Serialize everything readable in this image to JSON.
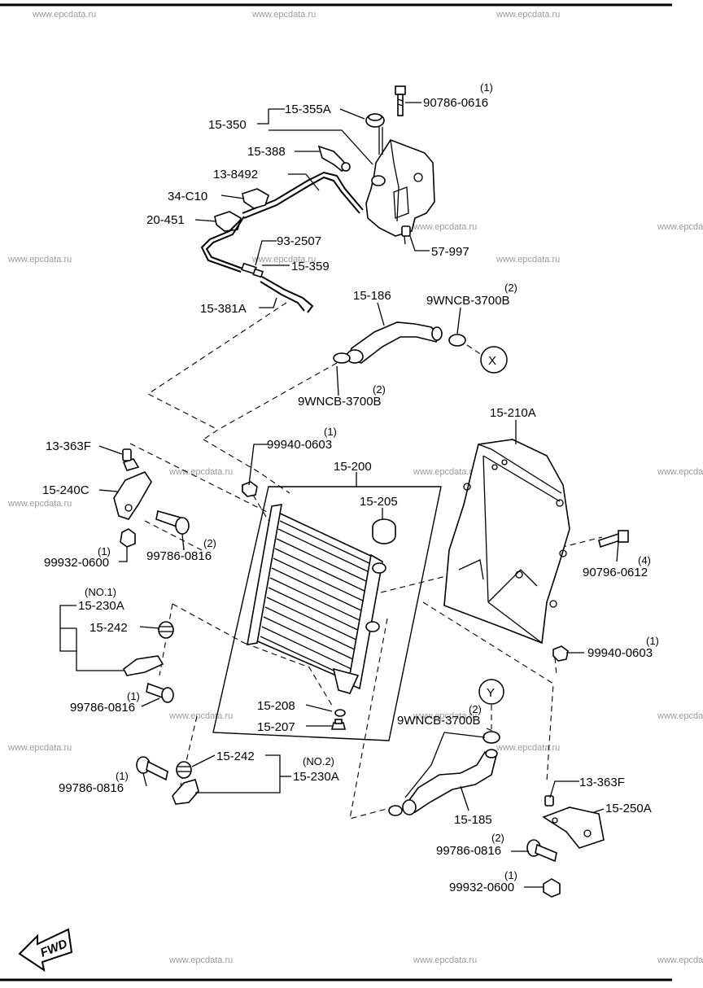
{
  "watermark": "www.epcdata.ru",
  "fwd_label": "FWD",
  "labels": {
    "l_90786_0616": "90786-0616",
    "q_90786_0616": "(1)",
    "l_15_350": "15-350",
    "l_15_355A": "15-355A",
    "l_15_388": "15-388",
    "l_13_8492": "13-8492",
    "l_34_C10": "34-C10",
    "l_20_451": "20-451",
    "l_93_2507": "93-2507",
    "l_15_359": "15-359",
    "l_15_381A": "15-381A",
    "l_57_997": "57-997",
    "l_15_186": "15-186",
    "l_9wncb_a": "9WNCB-3700B",
    "q_9wncb_a": "(2)",
    "l_9wncb_b": "9WNCB-3700B",
    "q_9wncb_b": "(2)",
    "l_X": "X",
    "l_15_210A": "15-210A",
    "l_13_363F_a": "13-363F",
    "l_99940_0603_a": "99940-0603",
    "q_99940_0603_a": "(1)",
    "l_15_200": "15-200",
    "l_15_240C": "15-240C",
    "l_15_205": "15-205",
    "l_99932_0600_a": "99932-0600",
    "q_99932_0600_a": "(1)",
    "l_99786_0816_a": "99786-0816",
    "q_99786_0816_a": "(2)",
    "l_90796_0612": "90796-0612",
    "q_90796_0612": "(4)",
    "l_no1": "(NO.1)",
    "l_15_230A_a": "15-230A",
    "l_15_242_a": "15-242",
    "l_99940_0603_b": "99940-0603",
    "q_99940_0603_b": "(1)",
    "l_99786_0816_b": "99786-0816",
    "q_99786_0816_b": "(1)",
    "l_15_208": "15-208",
    "l_15_207": "15-207",
    "l_Y": "Y",
    "l_9wncb_c": "9WNCB-3700B",
    "q_9wncb_c": "(2)",
    "l_15_242_b": "15-242",
    "l_no2": "(NO.2)",
    "l_15_230A_b": "15-230A",
    "l_99786_0816_c": "99786-0816",
    "q_99786_0816_c": "(1)",
    "l_15_185": "15-185",
    "l_13_363F_b": "13-363F",
    "l_15_250A": "15-250A",
    "l_99786_0816_d": "99786-0816",
    "q_99786_0816_d": "(2)",
    "l_99932_0600_b": "99932-0600",
    "q_99932_0600_b": "(1)"
  }
}
